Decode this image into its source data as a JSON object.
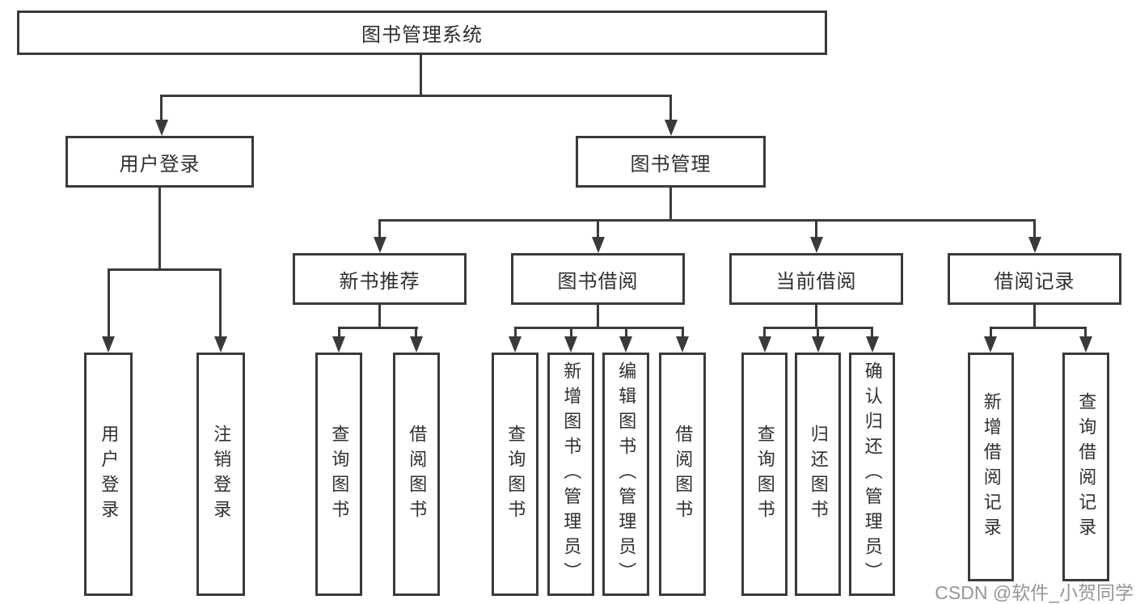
{
  "diagram": {
    "root": {
      "label": "图书管理系统"
    },
    "branches": [
      {
        "label": "用户登录"
      },
      {
        "label": "图书管理"
      }
    ],
    "modules": [
      {
        "label": "新书推荐"
      },
      {
        "label": "图书借阅"
      },
      {
        "label": "当前借阅"
      },
      {
        "label": "借阅记录"
      }
    ],
    "leaves": [
      {
        "label": "用户登录"
      },
      {
        "label": "注销登录"
      },
      {
        "label": "查询图书"
      },
      {
        "label": "借阅图书"
      },
      {
        "label": "查询图书"
      },
      {
        "label": "新增图书（管理员）"
      },
      {
        "label": "编辑图书（管理员）"
      },
      {
        "label": "借阅图书"
      },
      {
        "label": "查询图书"
      },
      {
        "label": "归还图书"
      },
      {
        "label": "确认归还（管理员）"
      },
      {
        "label": "新增借阅记录"
      },
      {
        "label": "查询借阅记录"
      }
    ]
  },
  "watermark": {
    "text": "CSDN @软件_小贺同学"
  },
  "colors": {
    "line": "#3a3a3a",
    "text": "#2f2f2f",
    "watermark": "#969696",
    "background": "#ffffff"
  }
}
